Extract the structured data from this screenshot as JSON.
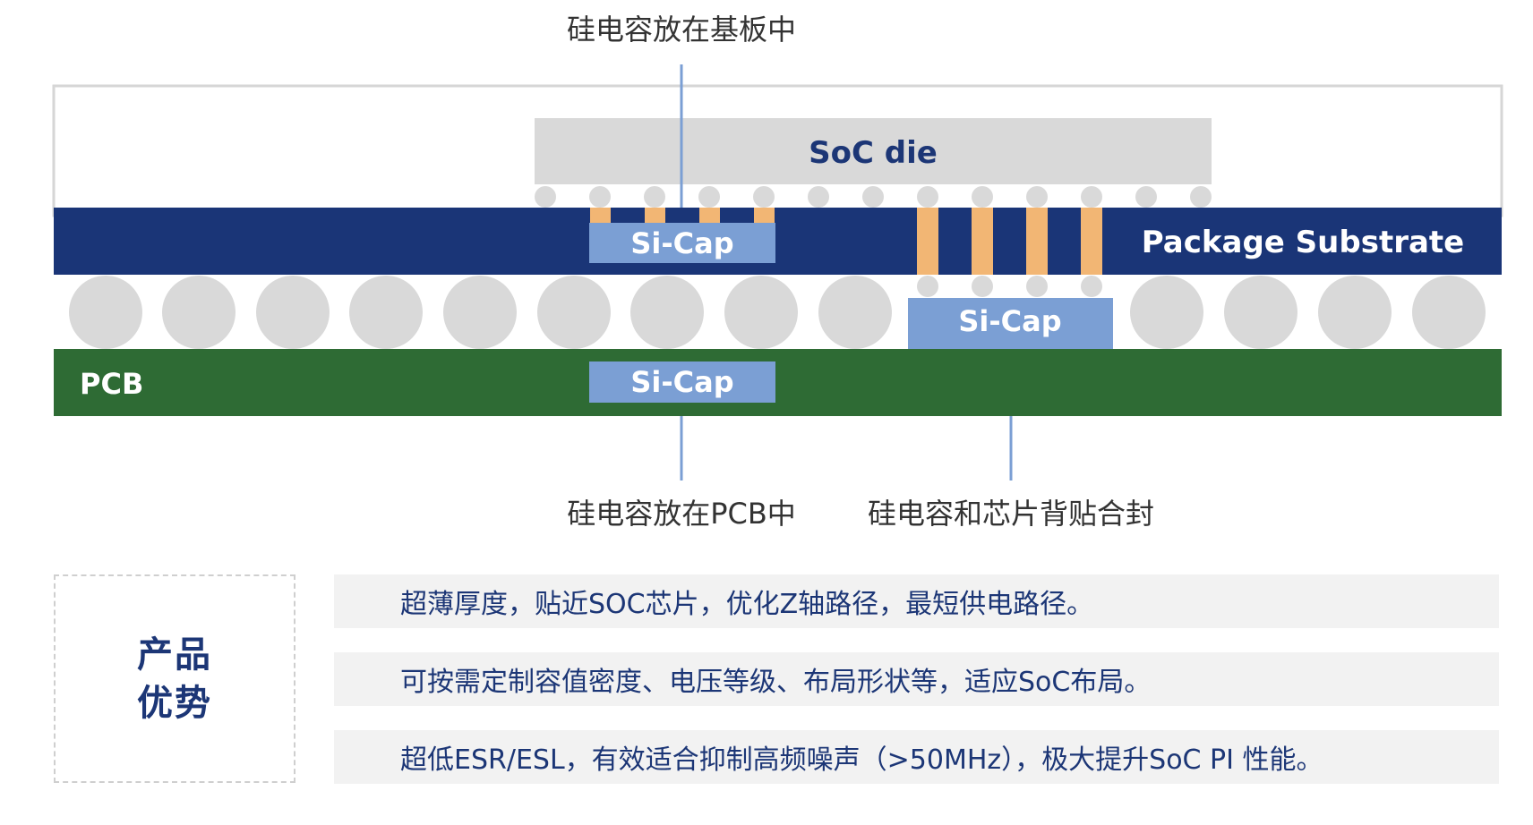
{
  "diagram": {
    "callout_top": "硅电容放在基板中",
    "callout_pcb": "硅电容放在PCB中",
    "callout_back": "硅电容和芯片背贴合封",
    "soc_label": "SoC die",
    "substrate_label": "Package Substrate",
    "pcb_label": "PCB",
    "sicap_label": "Si-Cap"
  },
  "advantages": {
    "title_line1": "产品",
    "title_line2": "优势",
    "items": [
      "超薄厚度，贴近SOC芯片，优化Z轴路径，最短供电路径。",
      "可按需定制容值密度、电压等级、布局形状等，适应SoC布局。",
      "超低ESR/ESL，有效适合抑制高频噪声（>50MHz），极大提升SoC PI 性能。"
    ]
  },
  "colors": {
    "substrate": "#1a3577",
    "pcb": "#2e6b34",
    "sicap": "#7b9fd4",
    "via": "#f2b674",
    "ball": "#d9d9d9",
    "die": "#d9d9d9",
    "text_dark": "#1c3676",
    "row_bg": "#f2f2f2"
  }
}
